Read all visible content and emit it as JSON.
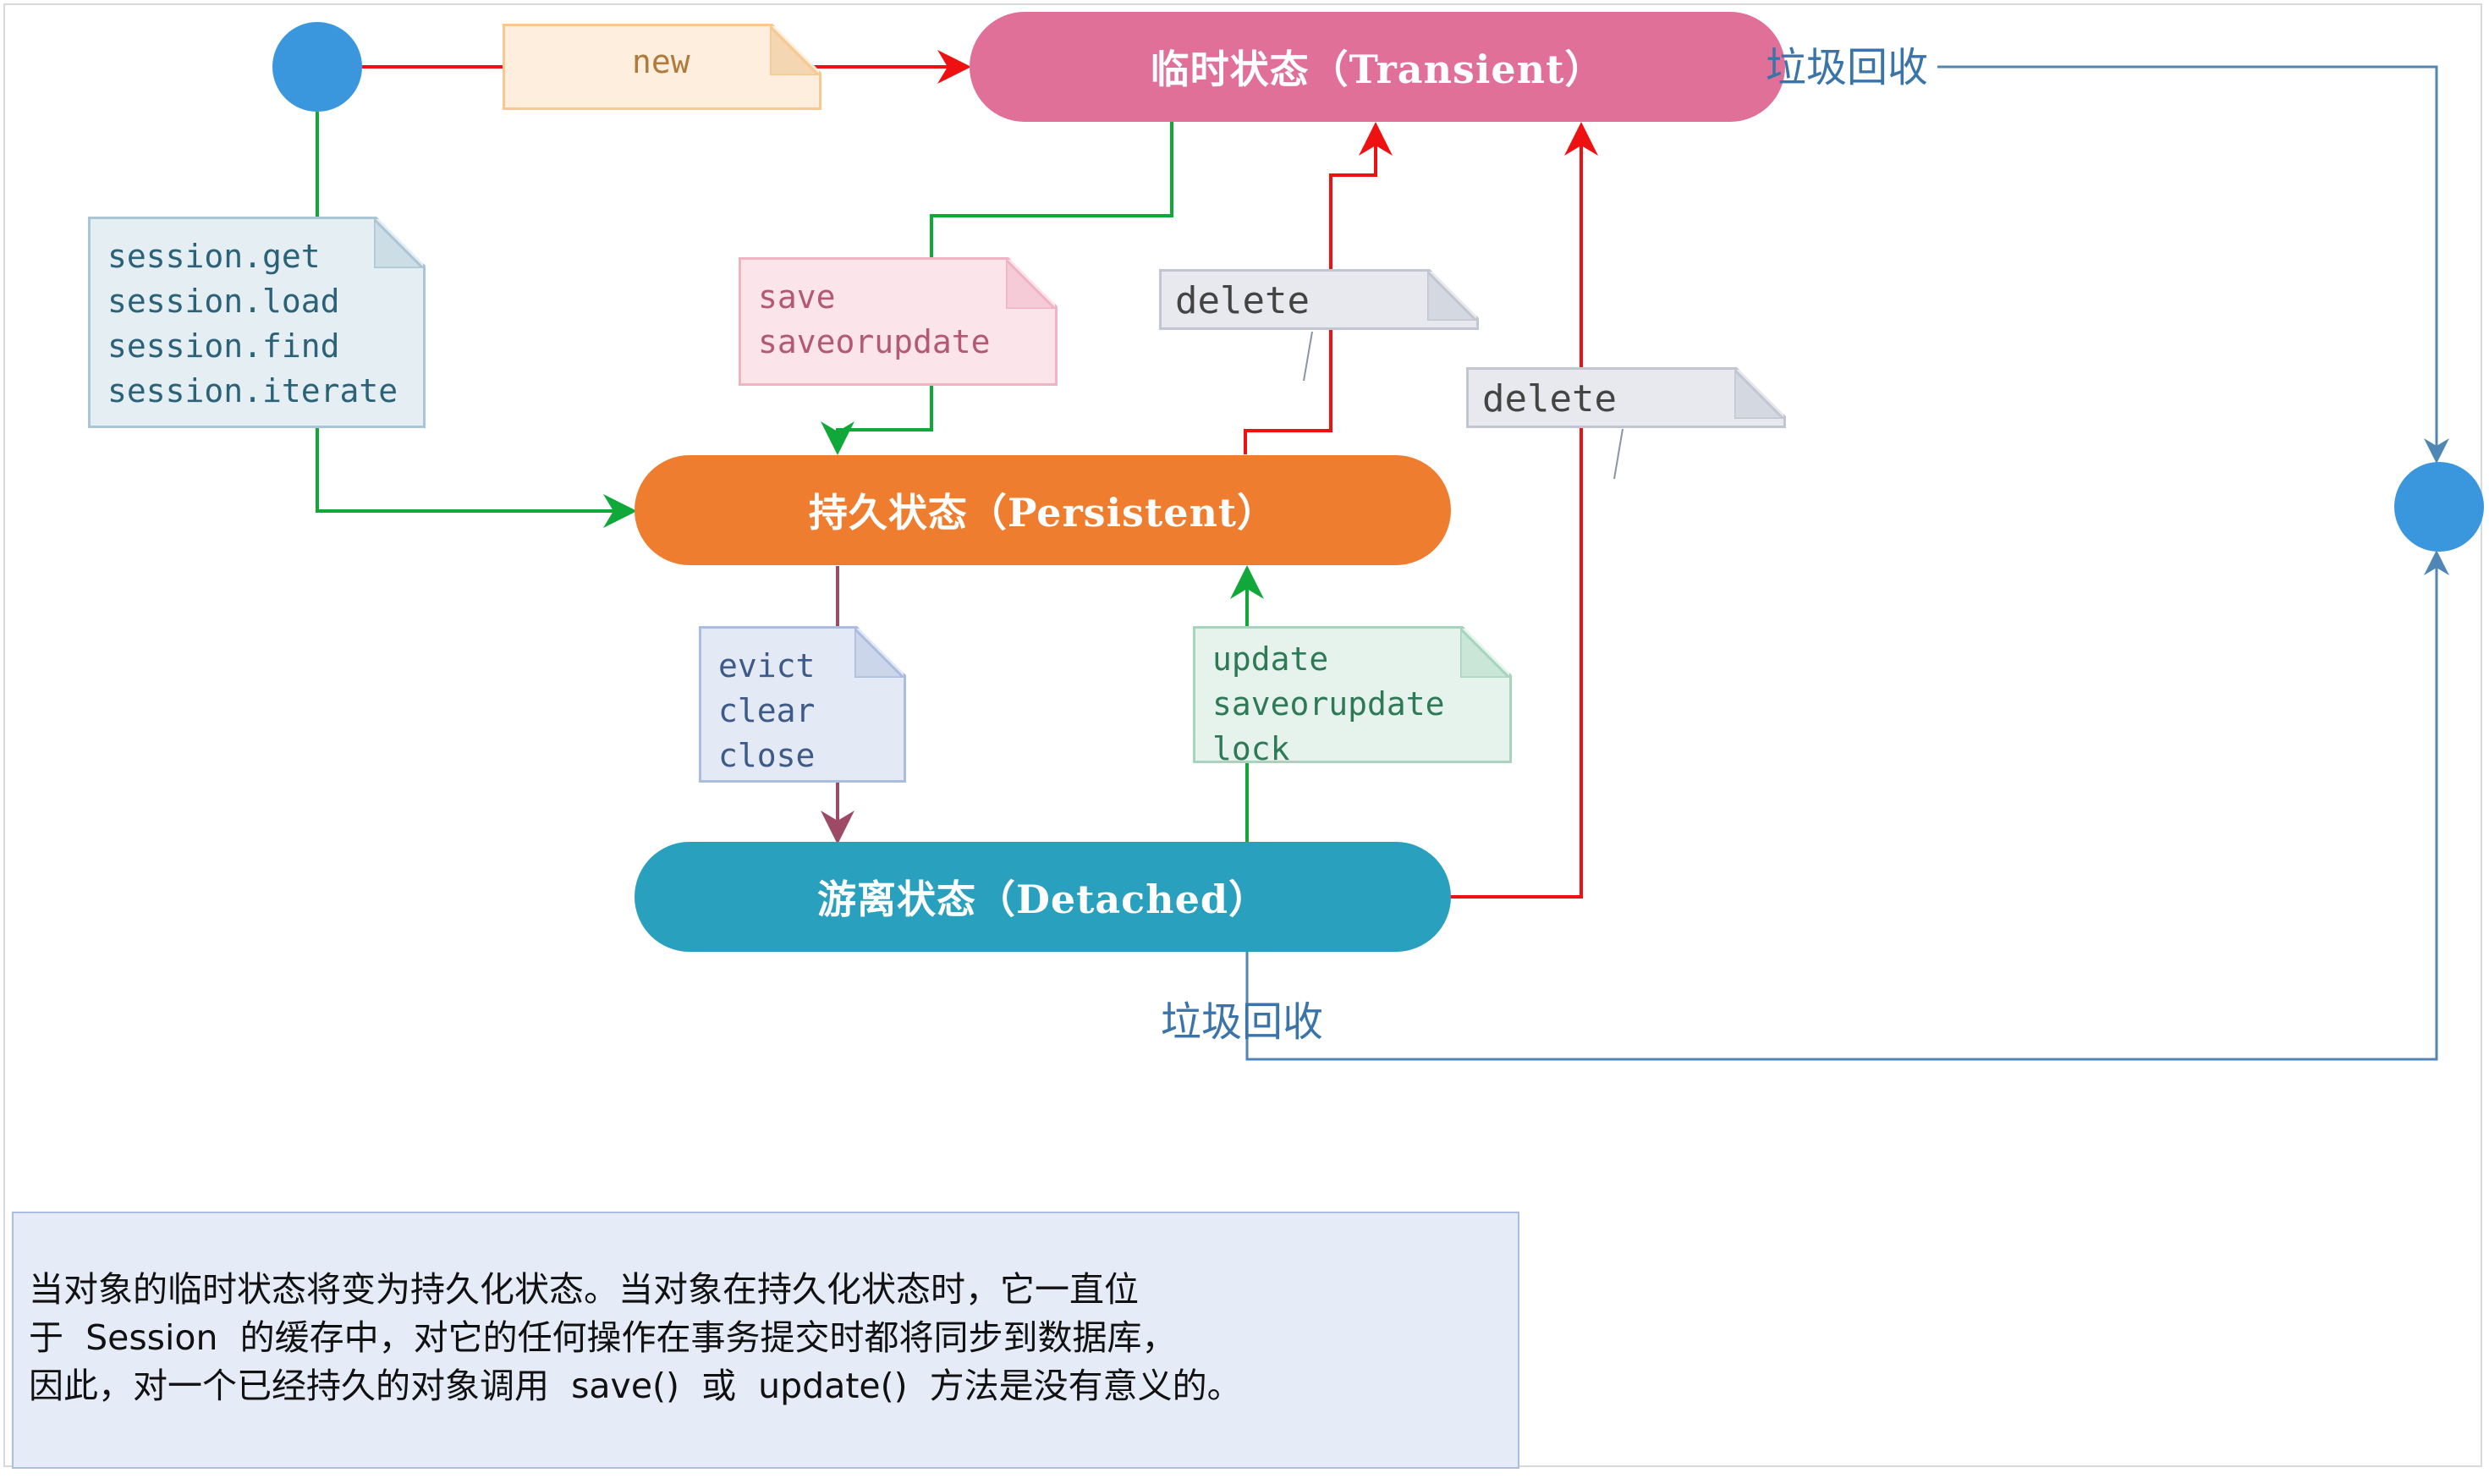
{
  "states": {
    "transient": "临时状态（Transient）",
    "persistent": "持久状态（Persistent）",
    "detached": "游离状态（Detached）"
  },
  "notes": {
    "new": [
      "new"
    ],
    "load": [
      "session.get",
      "session.load",
      "session.find",
      "session.iterate"
    ],
    "save": [
      "save",
      "saveorupdate"
    ],
    "delete_persistent": [
      "delete"
    ],
    "delete_detached": [
      "delete"
    ],
    "evict": [
      "evict",
      "clear",
      "close"
    ],
    "update": [
      "update",
      "saveorupdate",
      "lock"
    ]
  },
  "gc": {
    "transient": "垃圾回收",
    "detached": "垃圾回收"
  },
  "description": [
    "当对象的临时状态将变为持久化状态。当对象在持久化状态时，它一直位",
    "于  Session  的缓存中，对它的任何操作在事务提交时都将同步到数据库，",
    "因此，对一个已经持久的对象调用  save()  或  update()  方法是没有意义的。"
  ],
  "colors": {
    "transient": "#e07098",
    "persistent": "#ef7d2f",
    "detached": "#2aa0bf",
    "start_node": "#3a97dd",
    "red_arrow": "#ee1111",
    "green_arrow": "#11a83a",
    "maroon_arrow": "#9e4a66",
    "gc_line": "#4f86b6"
  }
}
